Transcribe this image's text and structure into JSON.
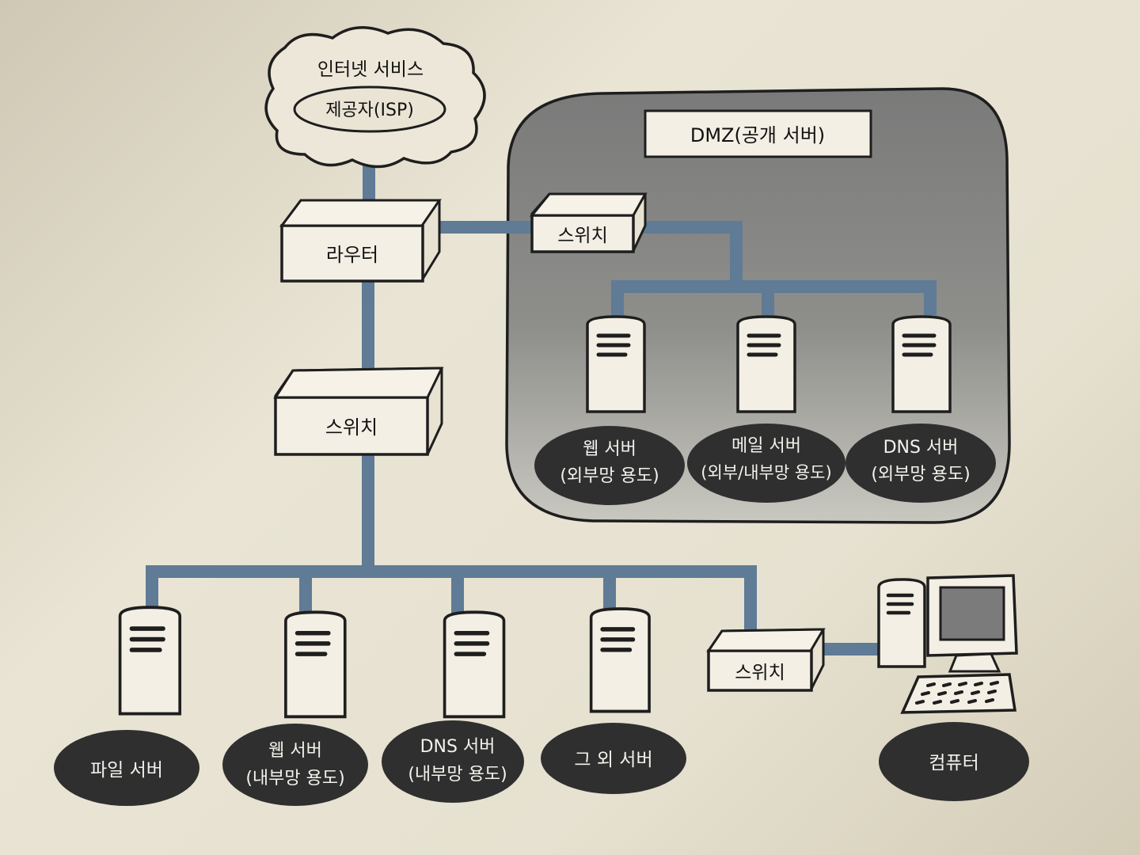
{
  "isp": {
    "line1": "인터넷 서비스",
    "line2": "제공자(ISP)"
  },
  "router": {
    "label": "라우터"
  },
  "dmz": {
    "title": "DMZ(공개 서버)",
    "switch_label": "스위치",
    "servers": [
      {
        "line1": "웹 서버",
        "line2": "(외부망 용도)"
      },
      {
        "line1": "메일 서버",
        "line2": "(외부/내부망 용도)"
      },
      {
        "line1": "DNS 서버",
        "line2": "(외부망 용도)"
      }
    ]
  },
  "main_switch": {
    "label": "스위치"
  },
  "internal": {
    "servers": [
      {
        "line1": "파일 서버",
        "line2": ""
      },
      {
        "line1": "웹 서버",
        "line2": "(내부망 용도)"
      },
      {
        "line1": "DNS 서버",
        "line2": "(내부망 용도)"
      },
      {
        "line1": "그 외 서버",
        "line2": ""
      }
    ],
    "switch_label": "스위치",
    "computer_label": "컴퓨터"
  },
  "colors": {
    "wire": "#5f7b96",
    "dark_label": "#2f2f2f",
    "box_fill": "#f3efe4",
    "dmz_top": "#7d7d7d",
    "dmz_bottom": "#c4c3bb"
  }
}
